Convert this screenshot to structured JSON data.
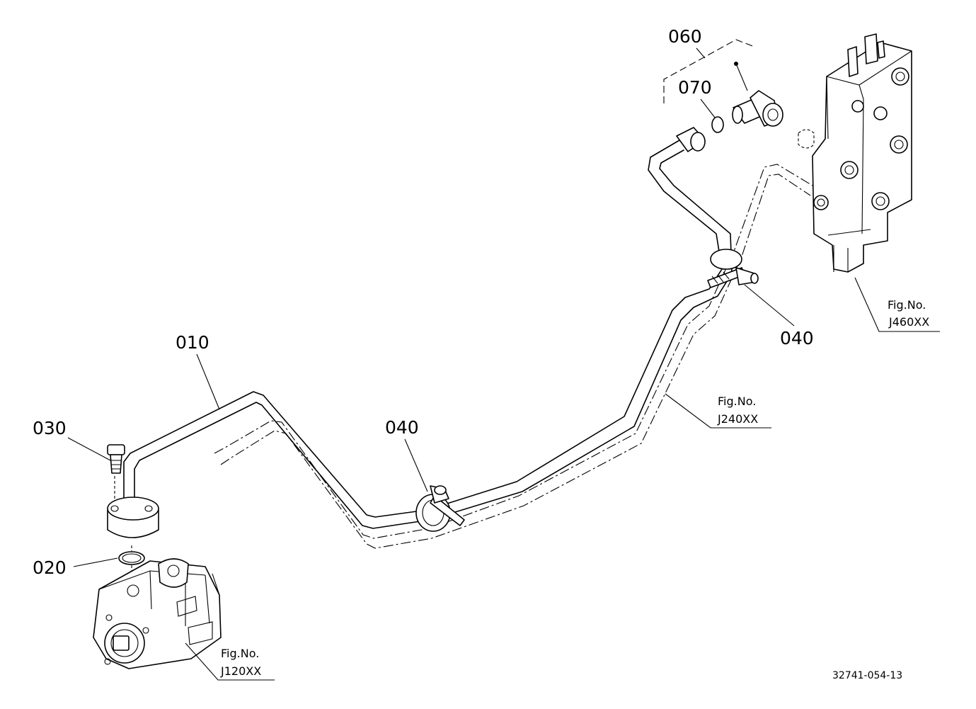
{
  "callouts": {
    "c010": "010",
    "c020": "020",
    "c030": "030",
    "c040a": "040",
    "c040b": "040",
    "c060": "060",
    "c070": "070"
  },
  "refs": {
    "pump": {
      "line1": "Fig.No.",
      "line2": "J120XX"
    },
    "pipe": {
      "line1": "Fig.No.",
      "line2": "J240XX"
    },
    "valve": {
      "line1": "Fig.No.",
      "line2": "J460XX"
    }
  },
  "drawing_number": "32741-054-13"
}
